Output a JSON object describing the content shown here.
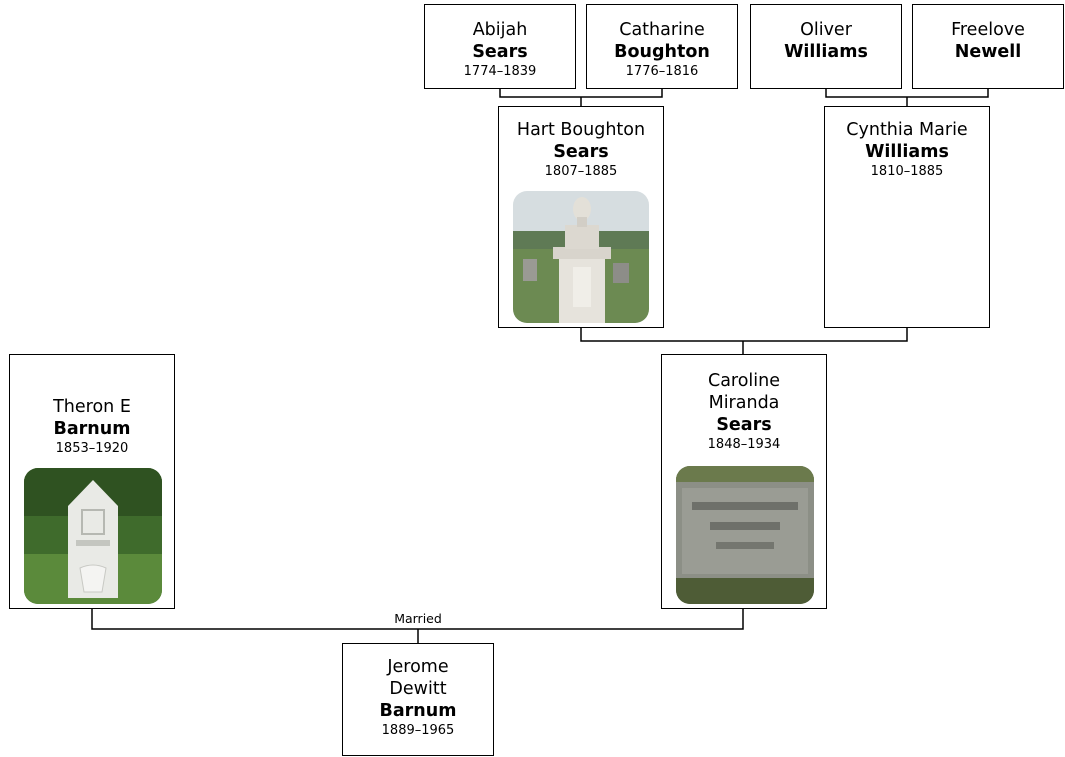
{
  "marriage_label": "Married",
  "people": {
    "abijah": {
      "given": "Abijah",
      "surname": "Sears",
      "dates": "1774–1839"
    },
    "catharine": {
      "given": "Catharine",
      "surname": "Boughton",
      "dates": "1776–1816"
    },
    "oliver": {
      "given": "Oliver",
      "surname": "Williams"
    },
    "freelove": {
      "given": "Freelove",
      "surname": "Newell"
    },
    "hart": {
      "given": "Hart Boughton",
      "surname": "Sears",
      "dates": "1807–1885",
      "photo": "gravestone-photo"
    },
    "cynthia": {
      "given": "Cynthia Marie",
      "surname": "Williams",
      "dates": "1810–1885"
    },
    "theron": {
      "given": "Theron E",
      "surname": "Barnum",
      "dates": "1853–1920",
      "photo": "gravestone-photo"
    },
    "caroline": {
      "given": "Caroline Miranda",
      "surname": "Sears",
      "dates": "1848–1934",
      "photo": "grave-plaque-photo"
    },
    "jerome": {
      "given": "Jerome Dewitt",
      "surname": "Barnum",
      "dates": "1889–1965"
    }
  }
}
